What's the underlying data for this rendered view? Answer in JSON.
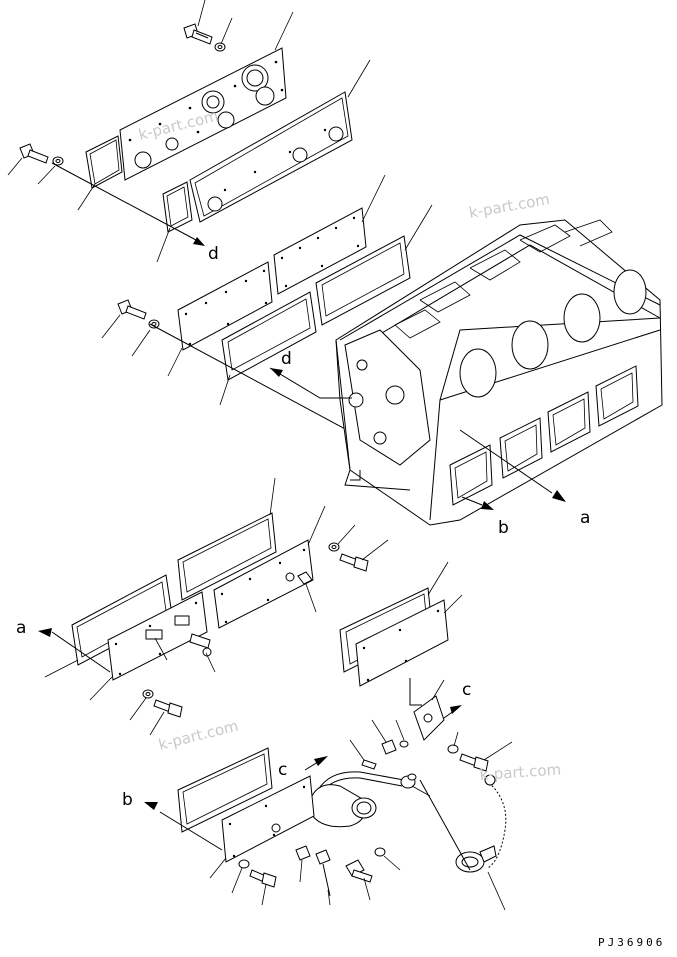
{
  "diagram": {
    "callout_labels": {
      "d_top": "d",
      "d_block": "d",
      "a_block": "a",
      "b_block": "b",
      "a_left": "a",
      "c_right": "c",
      "c_left": "c",
      "b_left": "b"
    },
    "watermarks": [
      "k-part.com",
      "k-part.com",
      "k-part.com",
      "k-part.com"
    ],
    "drawing_code": "PJ36906"
  }
}
